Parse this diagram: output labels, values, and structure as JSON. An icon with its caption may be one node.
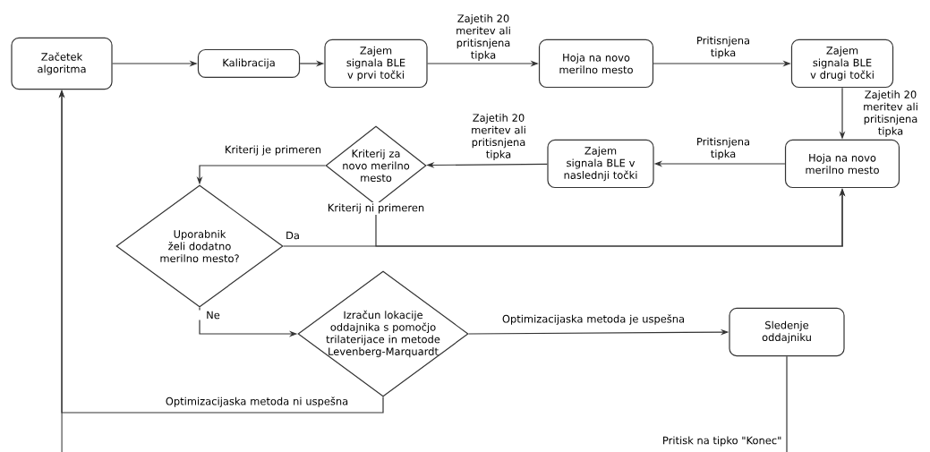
{
  "diagram": {
    "nodes": [
      {
        "text": [
          "Začetek algoritma"
        ]
      },
      {
        "text": [
          "Kalibracija"
        ]
      },
      {
        "text": [
          "Zajem signala BLE v prvi točki"
        ]
      },
      {
        "text": [
          "Hoja na novo merilno mesto"
        ]
      },
      {
        "text": [
          "Zajem signala BLE v drugi točki"
        ]
      },
      {
        "text": [
          "Hoja na novo merilno mesto"
        ]
      },
      {
        "text": [
          "Zajem signala BLE v naslednji točki"
        ]
      },
      {
        "text": [
          "Kriterij za novo merilno mesto"
        ]
      },
      {
        "text": [
          "Uporabnik želi dodatno merilno mesto?"
        ]
      },
      {
        "text": [
          "Izračun lokacije oddajnika s pomočjo trilaterijace in metode Levenberg-Marquardt"
        ]
      },
      {
        "text": [
          "Sledenje oddajniku"
        ]
      }
    ],
    "edges": [
      {
        "from": 0,
        "to": 1,
        "arrow": "to"
      },
      {
        "from": 1,
        "to": 2,
        "arrow": "to"
      },
      {
        "from": 2,
        "to": 3,
        "arrow": "to",
        "label": "Zajetih 20 meritev ali pritisnjena tipka"
      },
      {
        "from": 3,
        "to": 4,
        "arrow": "to",
        "label": "Pritisnjena tipka"
      },
      {
        "from": 4,
        "to": 5,
        "arrow": "to",
        "label": "Zajetih 20 meritev ali pritisnjena tipka"
      },
      {
        "from": 5,
        "to": 6,
        "arrow": "to",
        "label": "Pritisnjena tipka"
      },
      {
        "from": 6,
        "to": 7,
        "arrow": "to",
        "label": "Zajetih 20 meritev ali pritisnjena tipka"
      },
      {
        "from": 7,
        "to": 8,
        "arrow": "to",
        "label": "Kriterij je primeren"
      },
      {
        "from": 7,
        "to": 5,
        "arrow": "to",
        "label": "Kriterij ni primeren"
      },
      {
        "from": 8,
        "to": 5,
        "arrow": "to",
        "label": "Da"
      },
      {
        "from": 8,
        "to": 9,
        "arrow": "to",
        "label": "Ne"
      },
      {
        "from": 9,
        "to": 10,
        "arrow": "to",
        "label": "Optimizacijaska metoda je uspešna"
      },
      {
        "from": 9,
        "to": 0,
        "arrow": "to",
        "label": "Optimizacijaska metoda ni uspešna"
      },
      {
        "from": 10,
        "to": null,
        "arrow": "none",
        "label": "Pritisk na tipko \"Konec\""
      },
      {
        "from": null,
        "to": 0,
        "arrow": "to"
      }
    ]
  }
}
